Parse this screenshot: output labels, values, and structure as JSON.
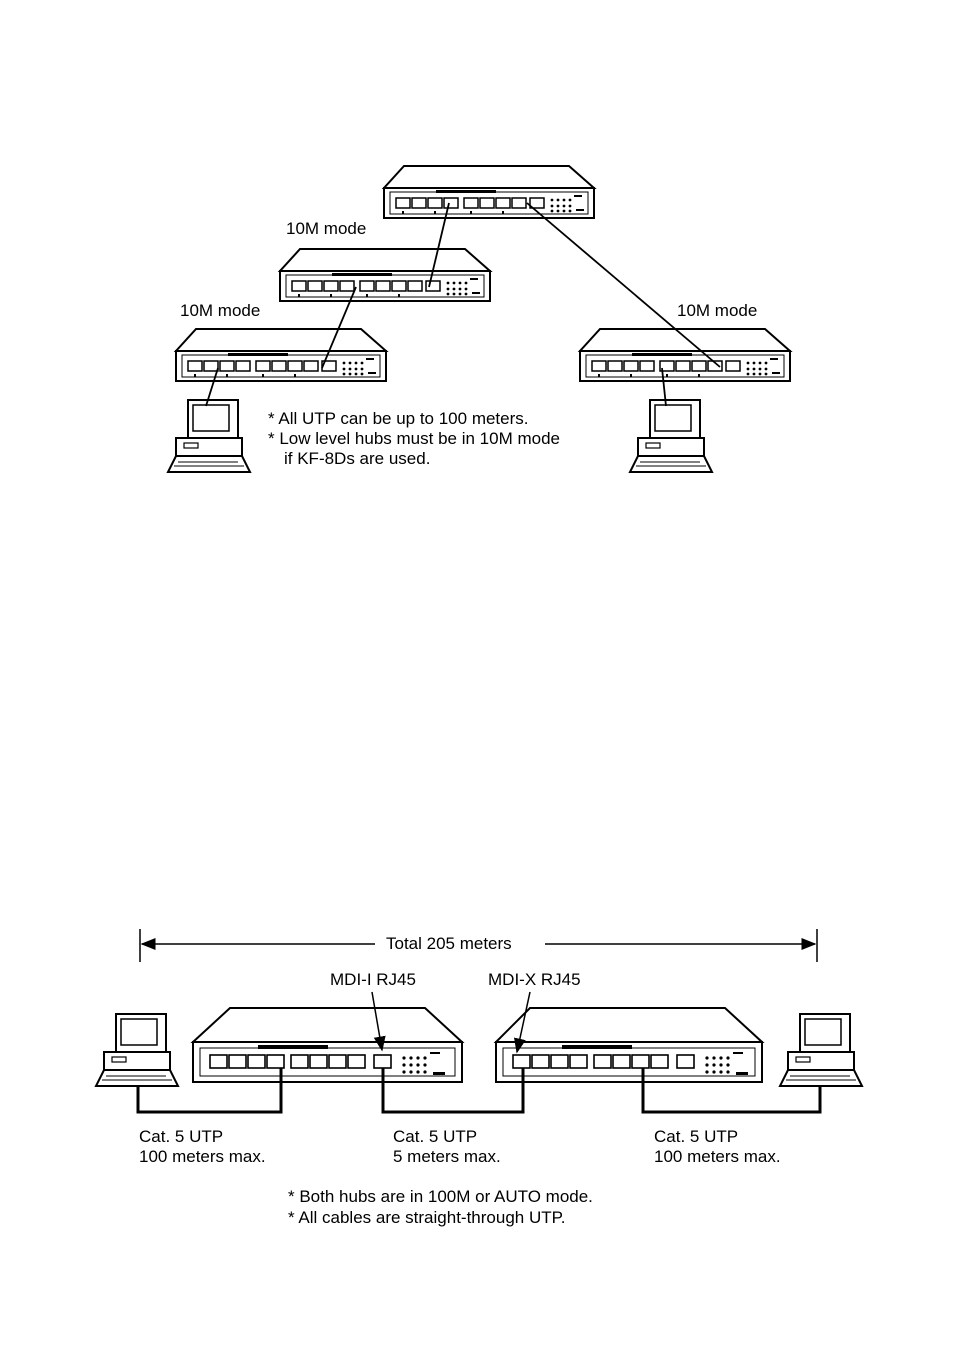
{
  "diagram1": {
    "hub_mid_label": "10M mode",
    "hub_left_label": "10M mode",
    "hub_right_label": "10M mode",
    "notes": [
      "* All UTP can be up to 100 meters.",
      "* Low level hubs must be in 10M mode",
      "if KF-8Ds are used."
    ]
  },
  "diagram2": {
    "total_label": "Total 205 meters",
    "mdi_i_label": "MDI-I RJ45",
    "mdi_x_label": "MDI-X RJ45",
    "cable_left": [
      "Cat. 5 UTP",
      "100 meters max."
    ],
    "cable_mid": [
      "Cat. 5 UTP",
      "5 meters max."
    ],
    "cable_right": [
      "Cat. 5 UTP",
      "100 meters max."
    ],
    "notes": [
      "* Both hubs are in 100M or AUTO mode.",
      "* All cables are straight-through UTP."
    ]
  }
}
